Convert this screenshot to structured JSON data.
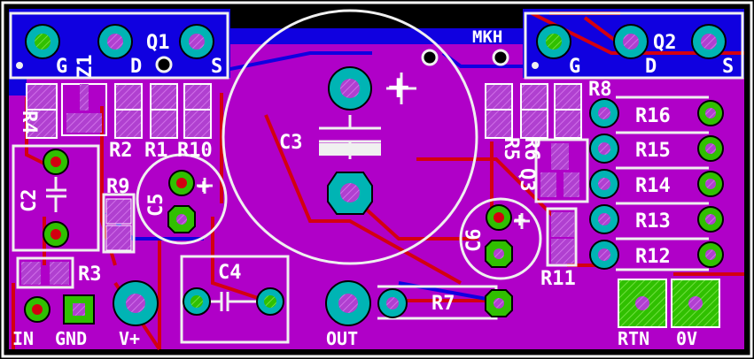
{
  "title": "MKH",
  "colors": {
    "background": "#000000",
    "copper_pour": "#b000c8",
    "top_trace": "#d40010",
    "bottom_layer": "#1000e0",
    "silkscreen": "#f0f0f0",
    "pad_ring": "#00b4b4",
    "drill": "#30d000",
    "pad_fill": "#b040d0"
  },
  "labels": {
    "q1": "Q1",
    "q2": "Q2",
    "q3": "Q3",
    "g1": "G",
    "d1": "D",
    "s1": "S",
    "g2": "G",
    "d2": "D",
    "s2": "S",
    "z1": "Z1",
    "r4": "R4",
    "r2": "R2",
    "r1": "R1",
    "r10": "R10",
    "c3": "C3",
    "c2": "C2",
    "c5": "C5",
    "c6": "C6",
    "c4": "C4",
    "r9": "R9",
    "r3": "R3",
    "r5": "R5",
    "r6": "R6",
    "r8": "R8",
    "r16": "R16",
    "r15": "R15",
    "r14": "R14",
    "r13": "R13",
    "r12": "R12",
    "r11": "R11",
    "r7": "R7",
    "plus_c3": "+",
    "plus_c5": "+",
    "plus_c6": "+",
    "in": "IN",
    "gnd": "GND",
    "vplus": "V+",
    "out": "OUT",
    "rtn": "RTN",
    "zero_v": "0V"
  }
}
